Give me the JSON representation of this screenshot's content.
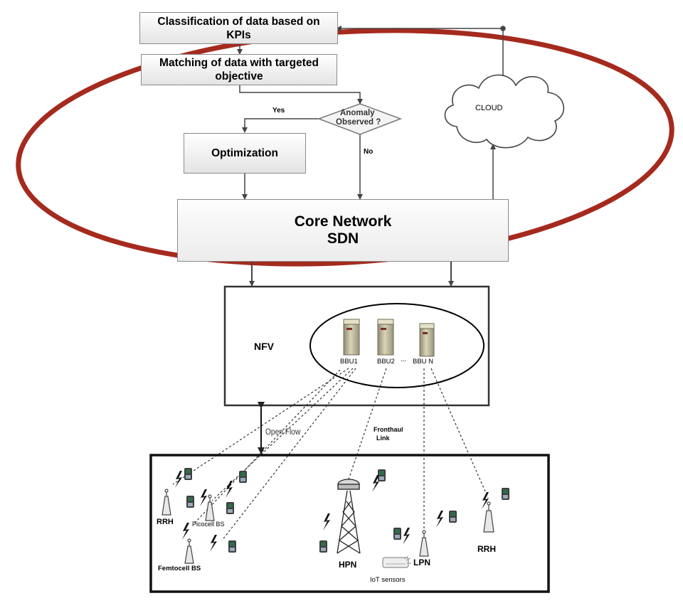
{
  "flowchart": {
    "classify": "Classification of data based on KPIs",
    "match": "Matching of data with targeted objective",
    "decision": [
      "Anomaly",
      "Observed ?"
    ],
    "yes": "Yes",
    "no": "No",
    "optimization": "Optimization",
    "cloud": "CLOUD"
  },
  "core": {
    "line1": "Core Network",
    "line2": "SDN"
  },
  "nfv": {
    "label": "NFV",
    "bbu": [
      "BBU1",
      "BBU2",
      "BBU N"
    ],
    "dots": "..."
  },
  "links": {
    "openflow": "Open Flow",
    "fronthaul": [
      "Fronthaul",
      "Link"
    ]
  },
  "ran": {
    "rrh_left": "RRH",
    "picocell": "Picocell BS",
    "femtocell": "Femtocell BS",
    "hpn": "HPN",
    "lpn": "LPN",
    "rrh_right": "RRH",
    "iot": "IoT sensors"
  },
  "colors": {
    "ellipse": "#a52a1e",
    "server": "#c8c0a2",
    "phone": "#2f6d4a"
  }
}
